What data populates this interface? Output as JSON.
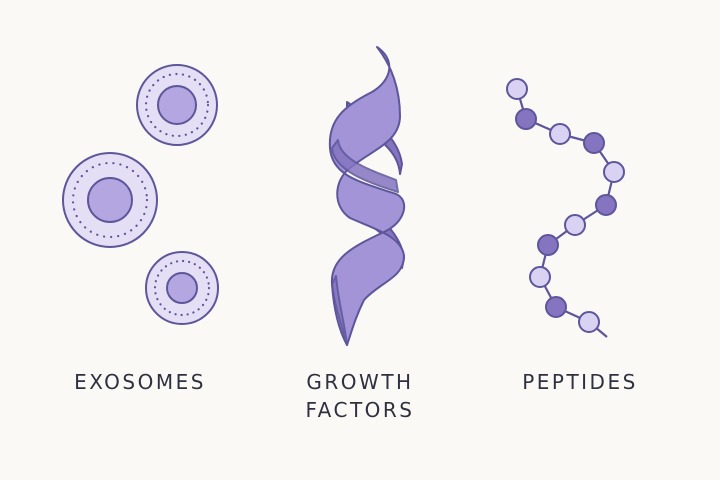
{
  "labels": {
    "exosomes": "EXOSOMES",
    "growth_factors_line1": "GROWTH",
    "growth_factors_line2": "FACTORS",
    "peptides": "PEPTIDES"
  },
  "icons": {
    "exosomes": "exosome-vesicle-icon",
    "growth_factors": "protein-helix-icon",
    "peptides": "peptide-chain-icon"
  },
  "colors": {
    "background": "#faf9f6",
    "stroke": "#5d569a",
    "light_fill": "#e4dff5",
    "mid_fill": "#b4a6e0",
    "dark_fill": "#8574c0",
    "text": "#2f3140"
  }
}
